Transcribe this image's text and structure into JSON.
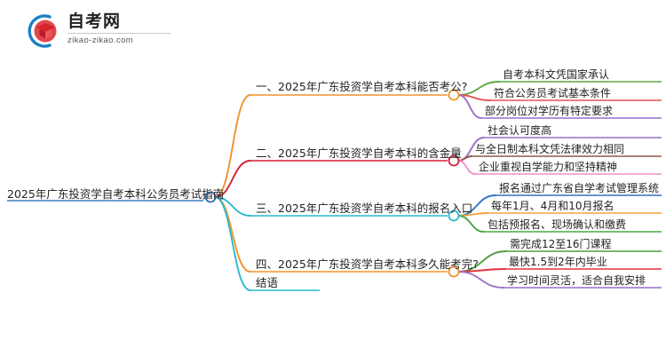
{
  "logo": {
    "name_cn": "自考网",
    "url": "zikao-zikao.com",
    "mark_icon": "graduation-book-icon",
    "arc_color": "#1b7fc4",
    "cap_color": "#d8232a"
  },
  "mindmap": {
    "type": "mind-map",
    "root": {
      "label": "2025年广东投资学自考本科公务员考试指南",
      "node_color": "#2b6cb0",
      "underline_color": "#3d7fc1"
    },
    "branches": [
      {
        "label": "一、2025年广东投资学自考本科能否考公?",
        "line_color": "#f0932b",
        "node_color": "#f0932b",
        "children": [
          {
            "label": "自考本科文凭国家承认",
            "line_color": "#5aa840"
          },
          {
            "label": "符合公务员考试基本条件",
            "line_color": "#e8505b"
          },
          {
            "label": "部分岗位对学历有特定要求",
            "line_color": "#9b6fc7"
          }
        ]
      },
      {
        "label": "二、2025年广东投资学自考本科的含金量",
        "line_color": "#d01f36",
        "node_color": "#d01f36",
        "children": [
          {
            "label": "社会认可度高",
            "line_color": "#9a70c9"
          },
          {
            "label": "与全日制本科文凭法律效力相同",
            "line_color": "#8c5c4a"
          },
          {
            "label": "企业重视自学能力和坚持精神",
            "line_color": "#f08fcf"
          }
        ]
      },
      {
        "label": "三、2025年广东投资学自考本科的报名入口",
        "line_color": "#2bb8d0",
        "node_color": "#2bb8d0",
        "children": [
          {
            "label": "报名通过广东省自学考试管理系统",
            "line_color": "#2f72c4"
          },
          {
            "label": "每年1月、4月和10月报名",
            "line_color": "#f5a33c"
          },
          {
            "label": "包括预报名、现场确认和缴费",
            "line_color": "#4aa845"
          }
        ]
      },
      {
        "label": "四、2025年广东投资学自考本科多久能考完?",
        "line_color": "#f0932b",
        "node_color": "#f0932b",
        "children": [
          {
            "label": "需完成12至16门课程",
            "line_color": "#4f9e3f"
          },
          {
            "label": "最快1.5到2年内毕业",
            "line_color": "#e0333f"
          },
          {
            "label": "学习时间灵活，适合自我安排",
            "line_color": "#9b6fc7"
          }
        ]
      },
      {
        "label": "结语",
        "line_color": "#2bb8d0",
        "node_color": "#2bb8d0",
        "children": []
      }
    ]
  }
}
